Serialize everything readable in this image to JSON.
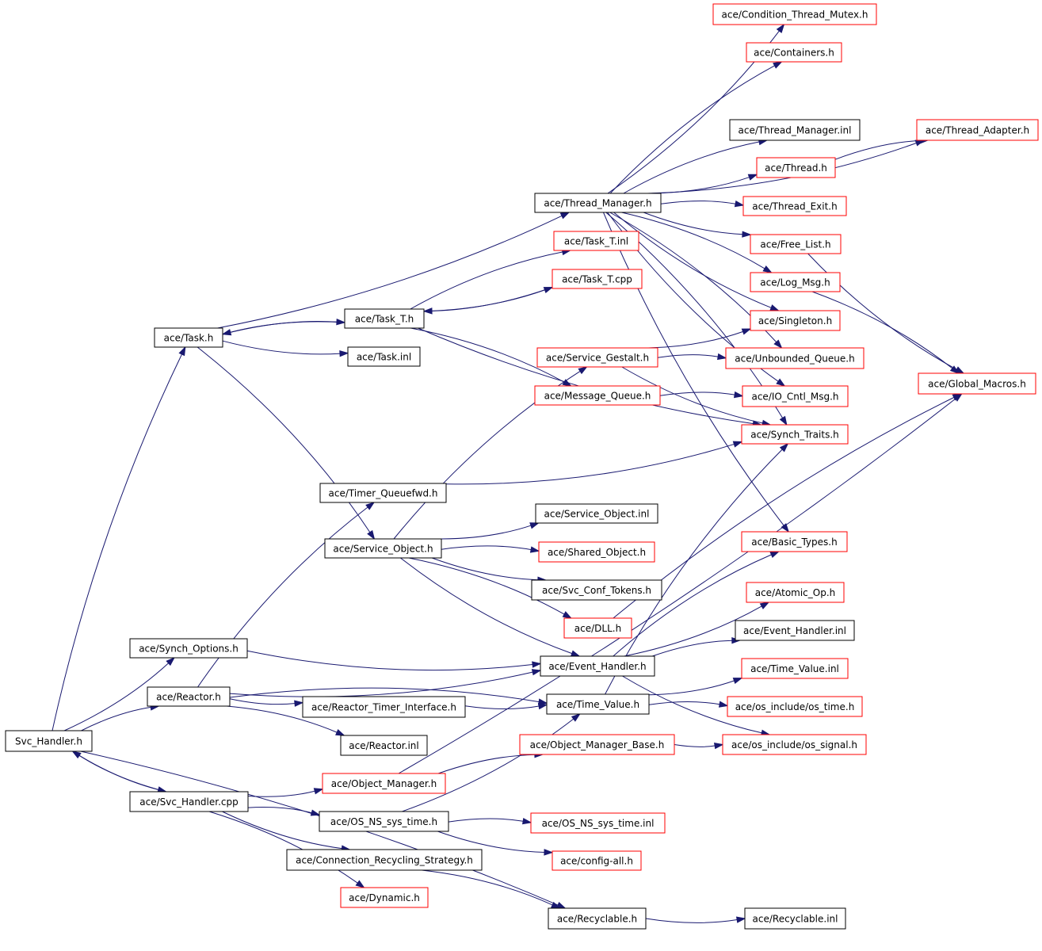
{
  "colors": {
    "edge": "#191970",
    "documented_border": "#000000",
    "undocumented_border": "#ff0000",
    "root_fill": "#bfbfbf",
    "node_fill": "#ffffff"
  },
  "nodes": [
    {
      "id": "svc_handler_h",
      "label": "Svc_Handler.h",
      "style": "root"
    },
    {
      "id": "task_h",
      "label": "ace/Task.h",
      "style": "documented"
    },
    {
      "id": "task_t_h",
      "label": "ace/Task_T.h",
      "style": "documented"
    },
    {
      "id": "task_inl",
      "label": "ace/Task.inl",
      "style": "documented"
    },
    {
      "id": "thread_manager_h",
      "label": "ace/Thread_Manager.h",
      "style": "documented"
    },
    {
      "id": "condition_thread_mutex_h",
      "label": "ace/Condition_Thread_Mutex.h",
      "style": "undocumented"
    },
    {
      "id": "containers_h",
      "label": "ace/Containers.h",
      "style": "undocumented"
    },
    {
      "id": "thread_manager_inl",
      "label": "ace/Thread_Manager.inl",
      "style": "documented"
    },
    {
      "id": "thread_adapter_h",
      "label": "ace/Thread_Adapter.h",
      "style": "undocumented"
    },
    {
      "id": "thread_h",
      "label": "ace/Thread.h",
      "style": "undocumented"
    },
    {
      "id": "thread_exit_h",
      "label": "ace/Thread_Exit.h",
      "style": "undocumented"
    },
    {
      "id": "free_list_h",
      "label": "ace/Free_List.h",
      "style": "undocumented"
    },
    {
      "id": "log_msg_h",
      "label": "ace/Log_Msg.h",
      "style": "undocumented"
    },
    {
      "id": "singleton_h",
      "label": "ace/Singleton.h",
      "style": "undocumented"
    },
    {
      "id": "unbounded_queue_h",
      "label": "ace/Unbounded_Queue.h",
      "style": "undocumented"
    },
    {
      "id": "io_cntl_msg_h",
      "label": "ace/IO_Cntl_Msg.h",
      "style": "undocumented"
    },
    {
      "id": "synch_traits_h",
      "label": "ace/Synch_Traits.h",
      "style": "undocumented"
    },
    {
      "id": "global_macros_h",
      "label": "ace/Global_Macros.h",
      "style": "undocumented"
    },
    {
      "id": "task_t_inl",
      "label": "ace/Task_T.inl",
      "style": "undocumented"
    },
    {
      "id": "task_t_cpp",
      "label": "ace/Task_T.cpp",
      "style": "undocumented"
    },
    {
      "id": "service_gestalt_h",
      "label": "ace/Service_Gestalt.h",
      "style": "undocumented"
    },
    {
      "id": "message_queue_h",
      "label": "ace/Message_Queue.h",
      "style": "undocumented"
    },
    {
      "id": "timer_queuefwd_h",
      "label": "ace/Timer_Queuefwd.h",
      "style": "documented"
    },
    {
      "id": "service_object_inl",
      "label": "ace/Service_Object.inl",
      "style": "documented"
    },
    {
      "id": "service_object_h",
      "label": "ace/Service_Object.h",
      "style": "documented"
    },
    {
      "id": "shared_object_h",
      "label": "ace/Shared_Object.h",
      "style": "undocumented"
    },
    {
      "id": "svc_conf_tokens_h",
      "label": "ace/Svc_Conf_Tokens.h",
      "style": "documented"
    },
    {
      "id": "dll_h",
      "label": "ace/DLL.h",
      "style": "undocumented"
    },
    {
      "id": "basic_types_h",
      "label": "ace/Basic_Types.h",
      "style": "undocumented"
    },
    {
      "id": "atomic_op_h",
      "label": "ace/Atomic_Op.h",
      "style": "undocumented"
    },
    {
      "id": "event_handler_inl",
      "label": "ace/Event_Handler.inl",
      "style": "documented"
    },
    {
      "id": "synch_options_h",
      "label": "ace/Synch_Options.h",
      "style": "documented"
    },
    {
      "id": "event_handler_h",
      "label": "ace/Event_Handler.h",
      "style": "documented"
    },
    {
      "id": "time_value_inl",
      "label": "ace/Time_Value.inl",
      "style": "undocumented"
    },
    {
      "id": "reactor_h",
      "label": "ace/Reactor.h",
      "style": "documented"
    },
    {
      "id": "time_value_h",
      "label": "ace/Time_Value.h",
      "style": "documented"
    },
    {
      "id": "reactor_timer_interface_h",
      "label": "ace/Reactor_Timer_Interface.h",
      "style": "documented"
    },
    {
      "id": "os_time_h",
      "label": "ace/os_include/os_time.h",
      "style": "undocumented"
    },
    {
      "id": "reactor_inl",
      "label": "ace/Reactor.inl",
      "style": "documented"
    },
    {
      "id": "object_manager_base_h",
      "label": "ace/Object_Manager_Base.h",
      "style": "undocumented"
    },
    {
      "id": "os_signal_h",
      "label": "ace/os_include/os_signal.h",
      "style": "undocumented"
    },
    {
      "id": "object_manager_h",
      "label": "ace/Object_Manager.h",
      "style": "undocumented"
    },
    {
      "id": "svc_handler_cpp",
      "label": "ace/Svc_Handler.cpp",
      "style": "documented"
    },
    {
      "id": "os_ns_sys_time_h",
      "label": "ace/OS_NS_sys_time.h",
      "style": "documented"
    },
    {
      "id": "os_ns_sys_time_inl",
      "label": "ace/OS_NS_sys_time.inl",
      "style": "undocumented"
    },
    {
      "id": "connection_recycling_strategy_h",
      "label": "ace/Connection_Recycling_Strategy.h",
      "style": "documented"
    },
    {
      "id": "config_all_h",
      "label": "ace/config-all.h",
      "style": "undocumented"
    },
    {
      "id": "dynamic_h",
      "label": "ace/Dynamic.h",
      "style": "undocumented"
    },
    {
      "id": "recyclable_h",
      "label": "ace/Recyclable.h",
      "style": "documented"
    },
    {
      "id": "recyclable_inl",
      "label": "ace/Recyclable.inl",
      "style": "documented"
    }
  ],
  "edges": [
    [
      "svc_handler_h",
      "task_h"
    ],
    [
      "svc_handler_h",
      "synch_options_h"
    ],
    [
      "svc_handler_h",
      "reactor_h"
    ],
    [
      "svc_handler_h",
      "svc_handler_cpp"
    ],
    [
      "svc_handler_h",
      "recyclable_h"
    ],
    [
      "task_h",
      "thread_manager_h"
    ],
    [
      "task_h",
      "task_t_h"
    ],
    [
      "task_h",
      "task_inl"
    ],
    [
      "task_h",
      "service_object_h"
    ],
    [
      "task_t_h",
      "task_h"
    ],
    [
      "task_t_h",
      "task_t_inl"
    ],
    [
      "task_t_h",
      "task_t_cpp"
    ],
    [
      "task_t_h",
      "message_queue_h"
    ],
    [
      "task_t_h",
      "synch_traits_h"
    ],
    [
      "task_t_cpp",
      "task_t_h"
    ],
    [
      "thread_manager_h",
      "condition_thread_mutex_h"
    ],
    [
      "thread_manager_h",
      "containers_h"
    ],
    [
      "thread_manager_h",
      "thread_adapter_h"
    ],
    [
      "thread_manager_h",
      "thread_manager_inl"
    ],
    [
      "thread_manager_h",
      "thread_h"
    ],
    [
      "thread_manager_h",
      "thread_exit_h"
    ],
    [
      "thread_manager_h",
      "free_list_h"
    ],
    [
      "thread_manager_h",
      "log_msg_h"
    ],
    [
      "thread_manager_h",
      "singleton_h"
    ],
    [
      "thread_manager_h",
      "unbounded_queue_h"
    ],
    [
      "thread_manager_h",
      "io_cntl_msg_h"
    ],
    [
      "thread_manager_h",
      "synch_traits_h"
    ],
    [
      "thread_manager_h",
      "basic_types_h"
    ],
    [
      "thread_h",
      "thread_adapter_h"
    ],
    [
      "free_list_h",
      "global_macros_h"
    ],
    [
      "log_msg_h",
      "global_macros_h"
    ],
    [
      "service_gestalt_h",
      "singleton_h"
    ],
    [
      "service_gestalt_h",
      "unbounded_queue_h"
    ],
    [
      "service_gestalt_h",
      "synch_traits_h"
    ],
    [
      "message_queue_h",
      "io_cntl_msg_h"
    ],
    [
      "timer_queuefwd_h",
      "synch_traits_h"
    ],
    [
      "service_object_h",
      "service_gestalt_h"
    ],
    [
      "service_object_h",
      "service_object_inl"
    ],
    [
      "service_object_h",
      "shared_object_h"
    ],
    [
      "service_object_h",
      "svc_conf_tokens_h"
    ],
    [
      "service_object_h",
      "dll_h"
    ],
    [
      "service_object_h",
      "event_handler_h"
    ],
    [
      "dll_h",
      "global_macros_h"
    ],
    [
      "synch_options_h",
      "event_handler_h"
    ],
    [
      "event_handler_h",
      "basic_types_h"
    ],
    [
      "event_handler_h",
      "atomic_op_h"
    ],
    [
      "event_handler_h",
      "event_handler_inl"
    ],
    [
      "event_handler_h",
      "os_signal_h"
    ],
    [
      "reactor_h",
      "timer_queuefwd_h"
    ],
    [
      "reactor_h",
      "event_handler_h"
    ],
    [
      "reactor_h",
      "time_value_h"
    ],
    [
      "reactor_h",
      "reactor_timer_interface_h"
    ],
    [
      "reactor_h",
      "reactor_inl"
    ],
    [
      "reactor_timer_interface_h",
      "time_value_h"
    ],
    [
      "time_value_h",
      "synch_traits_h"
    ],
    [
      "time_value_h",
      "time_value_inl"
    ],
    [
      "time_value_h",
      "os_time_h"
    ],
    [
      "object_manager_base_h",
      "os_signal_h"
    ],
    [
      "object_manager_h",
      "object_manager_base_h"
    ],
    [
      "object_manager_h",
      "global_macros_h"
    ],
    [
      "svc_handler_cpp",
      "svc_handler_h"
    ],
    [
      "svc_handler_cpp",
      "object_manager_h"
    ],
    [
      "svc_handler_cpp",
      "os_ns_sys_time_h"
    ],
    [
      "svc_handler_cpp",
      "connection_recycling_strategy_h"
    ],
    [
      "svc_handler_cpp",
      "dynamic_h"
    ],
    [
      "os_ns_sys_time_h",
      "time_value_h"
    ],
    [
      "os_ns_sys_time_h",
      "os_ns_sys_time_inl"
    ],
    [
      "os_ns_sys_time_h",
      "config_all_h"
    ],
    [
      "connection_recycling_strategy_h",
      "recyclable_h"
    ],
    [
      "recyclable_h",
      "recyclable_inl"
    ]
  ]
}
